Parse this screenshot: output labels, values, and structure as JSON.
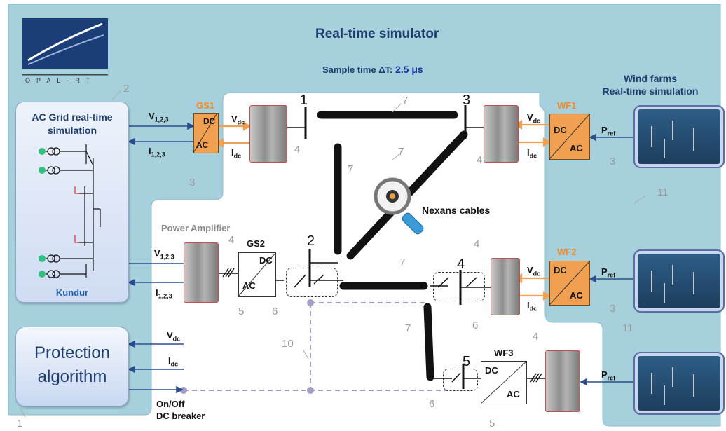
{
  "header": {
    "title": "Real-time simulator",
    "sample_label": "Sample time ΔT:",
    "sample_value": "2.5 μs",
    "logo_text": "OPAL-RT"
  },
  "wind_header": {
    "line1": "Wind farms",
    "line2": "Real-time simulation"
  },
  "ac_grid": {
    "title_line1": "AC Grid real-time",
    "title_line2": "simulation",
    "model_name": "Kundur"
  },
  "protection": {
    "line1": "Protection",
    "line2": "algorithm"
  },
  "power_amplifier_label": "Power Amplifier",
  "nexans_label": "Nexans cables",
  "breaker_label": {
    "line1": "On/Off",
    "line2": "DC breaker"
  },
  "converters": {
    "gs1": {
      "name": "GS1",
      "dc": "DC",
      "ac": "AC"
    },
    "gs2": {
      "name": "GS2",
      "dc": "DC",
      "ac": "AC"
    },
    "wf1": {
      "name": "WF1",
      "dc": "DC",
      "ac": "AC"
    },
    "wf2": {
      "name": "WF2",
      "dc": "DC",
      "ac": "AC"
    },
    "wf3": {
      "name": "WF3",
      "dc": "DC",
      "ac": "AC"
    }
  },
  "signals": {
    "v123": "V",
    "v123_sub": "1,2,3",
    "i123": "I",
    "i123_sub": "1,2,3",
    "v": "V",
    "i": "I",
    "dc_sub": "dc",
    "pref": "P",
    "pref_sub": "ref"
  },
  "bus_numbers": [
    "1",
    "2",
    "3",
    "4",
    "5"
  ],
  "ref_numbers": {
    "n1": "1",
    "n2": "2",
    "n3": "3",
    "n4": "4",
    "n5": "5",
    "n6": "6",
    "n7": "7",
    "n10": "10",
    "n11": "11"
  },
  "colors": {
    "teal_bg": "#a6d1dc",
    "orange": "#f0a050",
    "navy": "#1f3d6d",
    "arrow_blue": "#2a4d8f",
    "dashed_purple": "#a89cc8"
  }
}
